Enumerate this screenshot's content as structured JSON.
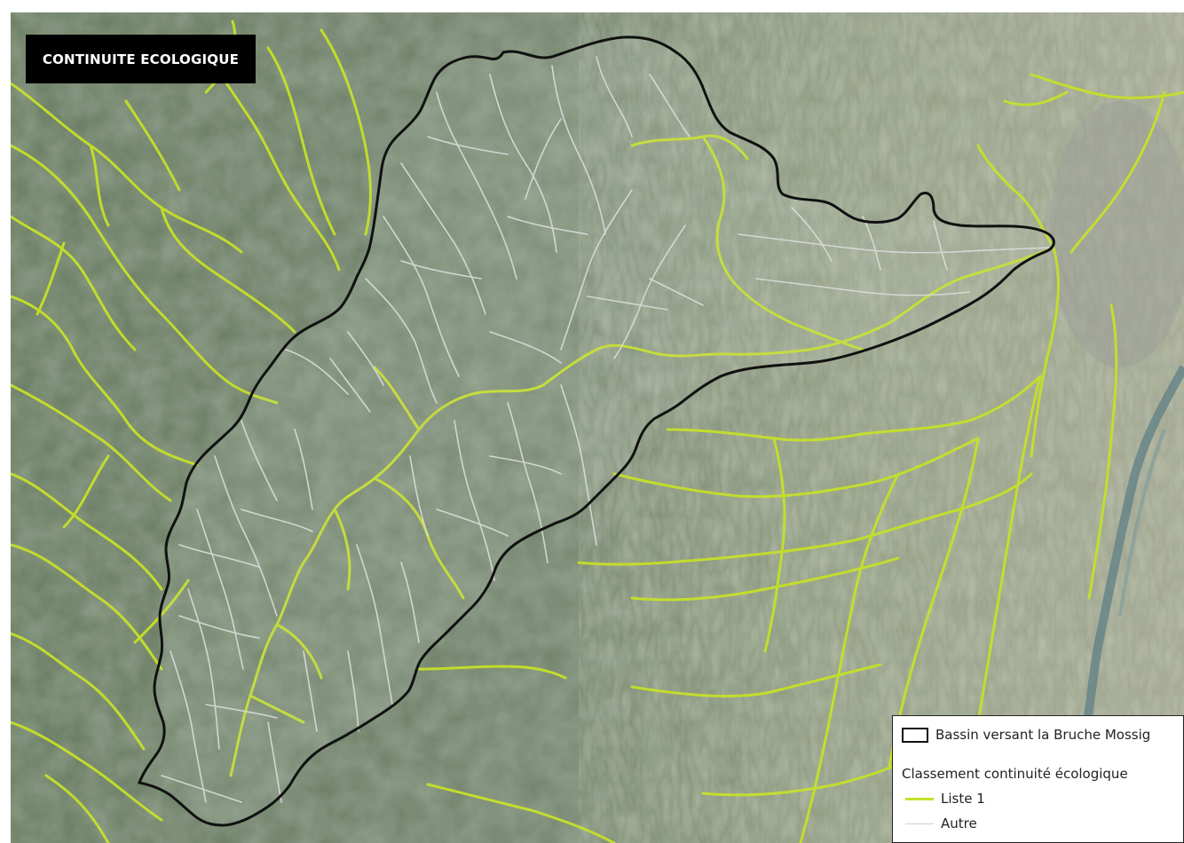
{
  "title": "CONTINUITE ECOLOGIQUE",
  "legend": {
    "basin_label": "Bassin versant la Bruche Mossig",
    "group_title": "Classement continuité écologique",
    "items": [
      {
        "label": "Liste 1",
        "color": "#c6e02a"
      },
      {
        "label": "Autre",
        "color": "#d8d8d8"
      }
    ]
  },
  "colors": {
    "basin_outline": "#111111",
    "river_list1": "#c6e02a",
    "river_other": "#d8d8d8",
    "imagery_base": "#7f8f78"
  }
}
